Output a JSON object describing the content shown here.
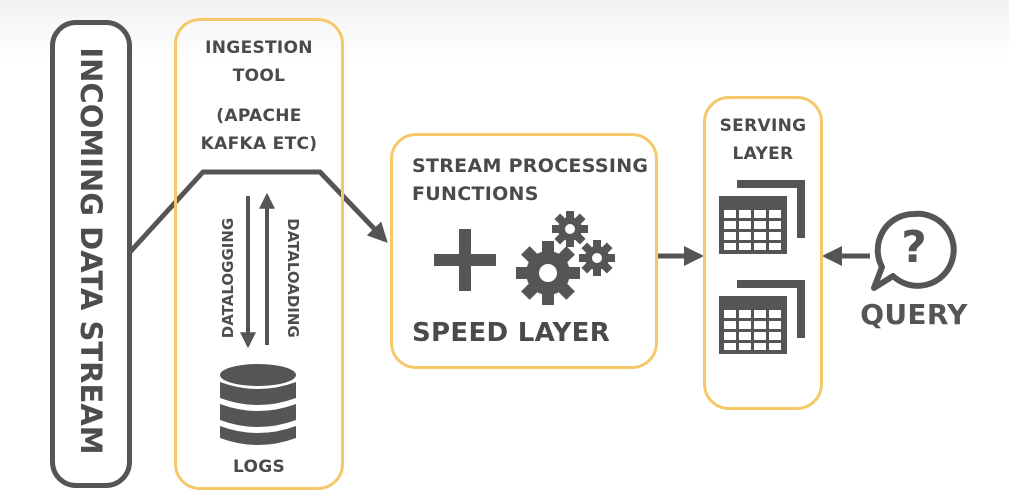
{
  "incoming": {
    "label": "INCOMING DATA STREAM"
  },
  "ingestion": {
    "title_line1": "INGESTION",
    "title_line2": "TOOL",
    "sub_line1": "(APACHE",
    "sub_line2": "KAFKA ETC)",
    "datalogging": "DATALOGGING",
    "dataloading": "DATALOADING",
    "logs": "LOGS"
  },
  "stream": {
    "title_line1": "STREAM PROCESSING",
    "title_line2": "FUNCTIONS",
    "speed_layer": "SPEED LAYER"
  },
  "serving": {
    "title_line1": "SERVING",
    "title_line2": "LAYER"
  },
  "query": {
    "label": "QUERY"
  },
  "colors": {
    "accent_border": "#f5c86a",
    "dark_gray": "#555555",
    "text_gray": "#4a4a4a",
    "background": "#ffffff"
  },
  "icons": [
    "plus-icon",
    "gears-icon",
    "database-icon",
    "table-icon",
    "question-bubble-icon"
  ]
}
